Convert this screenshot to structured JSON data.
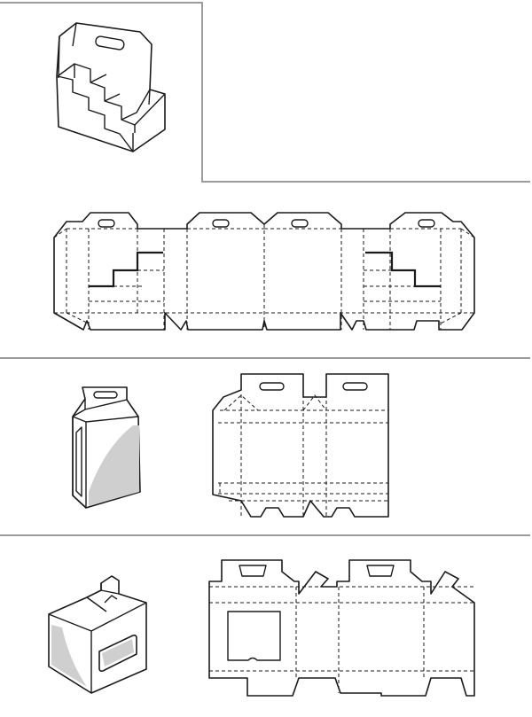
{
  "figure": {
    "sections": [
      {
        "id": "bottle-carrier",
        "illustration": "stepped-bottle-carrier-box",
        "template": "carrier-die-line"
      },
      {
        "id": "gable-handle-box",
        "illustration": "tall-box-with-handle",
        "template": "gable-box-die-line"
      },
      {
        "id": "window-handle-box",
        "illustration": "box-with-window-and-handle",
        "template": "window-box-die-line"
      }
    ],
    "line_styles": {
      "outline": "solid",
      "fold": "dashed"
    },
    "colors": {
      "ink": "#1a1a1a",
      "shade": "#cfcfcf",
      "divider": "#9c9c9c",
      "paper": "#ffffff"
    }
  }
}
